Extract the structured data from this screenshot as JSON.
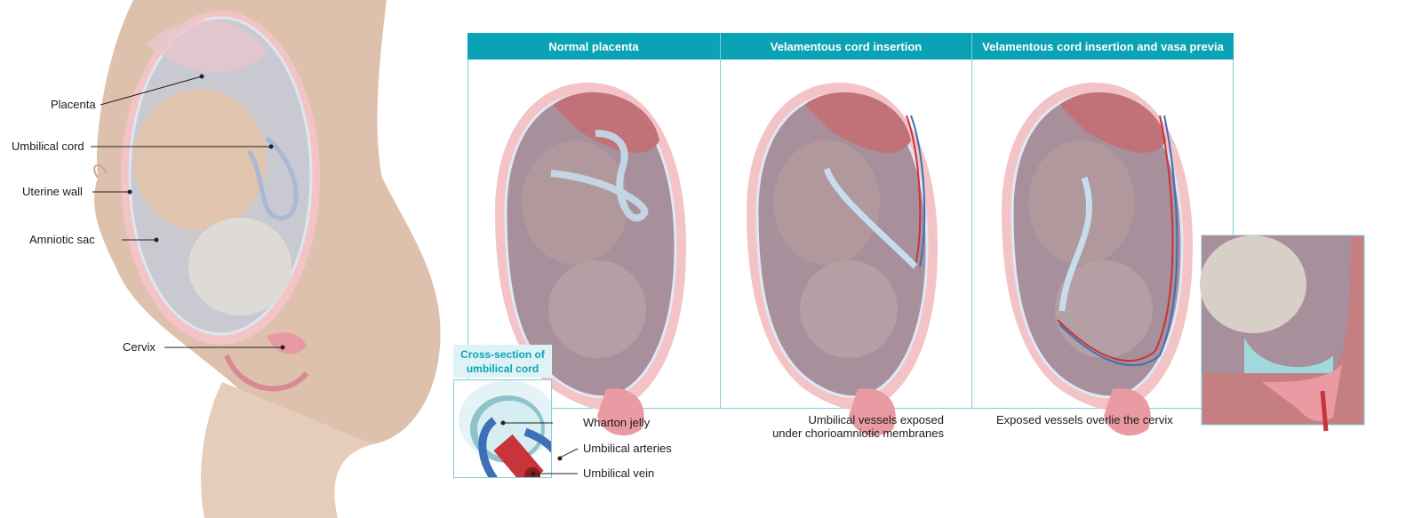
{
  "left_figure": {
    "labels": [
      "Placenta",
      "Umbilical cord",
      "Uterine wall",
      "Amniotic sac",
      "Cervix"
    ]
  },
  "panels": [
    {
      "title": "Normal placenta",
      "caption": ""
    },
    {
      "title": "Velamentous cord insertion",
      "caption_line1": "Umbilical vessels exposed",
      "caption_line2": "under chorioamniotic membranes"
    },
    {
      "title": "Velamentous cord insertion and vasa previa",
      "caption_line1": "Exposed vessels overlie the cervix"
    }
  ],
  "cross_section": {
    "title_line1": "Cross-section of",
    "title_line2": "umbilical cord",
    "labels": [
      "Wharton jelly",
      "Umbilical arteries",
      "Umbilical vein"
    ]
  },
  "colors": {
    "header": "#0aa3b5",
    "frame": "#7fcfd9",
    "placenta": "#c07278",
    "uterus": "#f2b8bc",
    "artery": "#3f6fb5",
    "vein": "#c9343c"
  }
}
